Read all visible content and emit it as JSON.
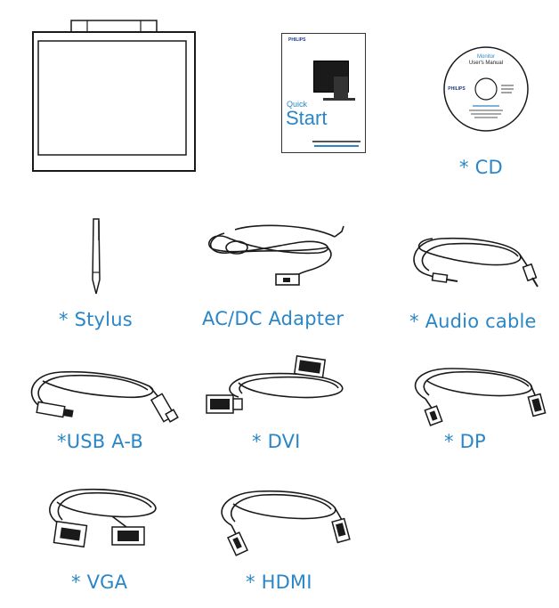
{
  "items": {
    "cd": {
      "caption": "* CD"
    },
    "stylus": {
      "caption": "* Stylus"
    },
    "adapter": {
      "caption": "AC/DC Adapter"
    },
    "audio": {
      "caption": "* Audio cable"
    },
    "usb": {
      "caption": "*USB A-B"
    },
    "dvi": {
      "caption": "* DVI"
    },
    "dp": {
      "caption": "* DP"
    },
    "vga": {
      "caption": "* VGA"
    },
    "hdmi": {
      "caption": "* HDMI"
    }
  },
  "quick_start": {
    "brand": "PHILIPS",
    "title_line1": "Quick",
    "title_line2": "Start"
  },
  "cd_disc": {
    "title_line1": "Monitor",
    "title_line2": "User's Manual",
    "brand": "PHILIPS"
  },
  "colors": {
    "caption": "#2a86c6",
    "line": "#1a1a1a"
  }
}
